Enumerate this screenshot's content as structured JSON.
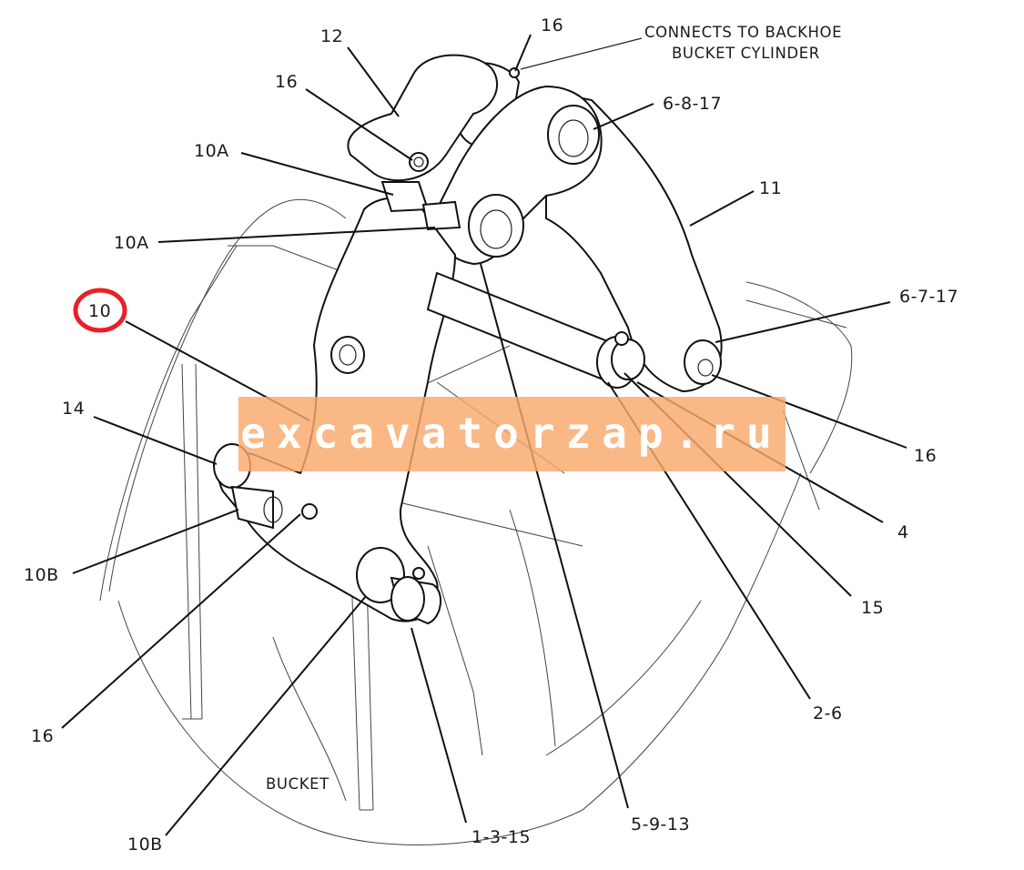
{
  "callouts": {
    "c16_top": "16",
    "c12": "12",
    "c16_upper": "16",
    "c10A_upper": "10A",
    "c6_8_17": "6-8-17",
    "c11": "11",
    "c10A_lower": "10A",
    "c10": "10",
    "c6_7_17": "6-7-17",
    "c14": "14",
    "c16_right": "16",
    "c4": "4",
    "c10B_left": "10B",
    "c15": "15",
    "c2_6": "2-6",
    "c16_left": "16",
    "c5_9_13": "5-9-13",
    "c10B_bottom": "10B",
    "c1_3_15": "1-3-15"
  },
  "notes": {
    "connects_line1": "CONNECTS TO BACKHOE",
    "connects_line2": "BUCKET CYLINDER",
    "bucket": "BUCKET"
  },
  "watermark": {
    "text": "excavatorzap.ru",
    "color": "#f9a86b"
  },
  "highlight": {
    "color": "#e8202a"
  }
}
